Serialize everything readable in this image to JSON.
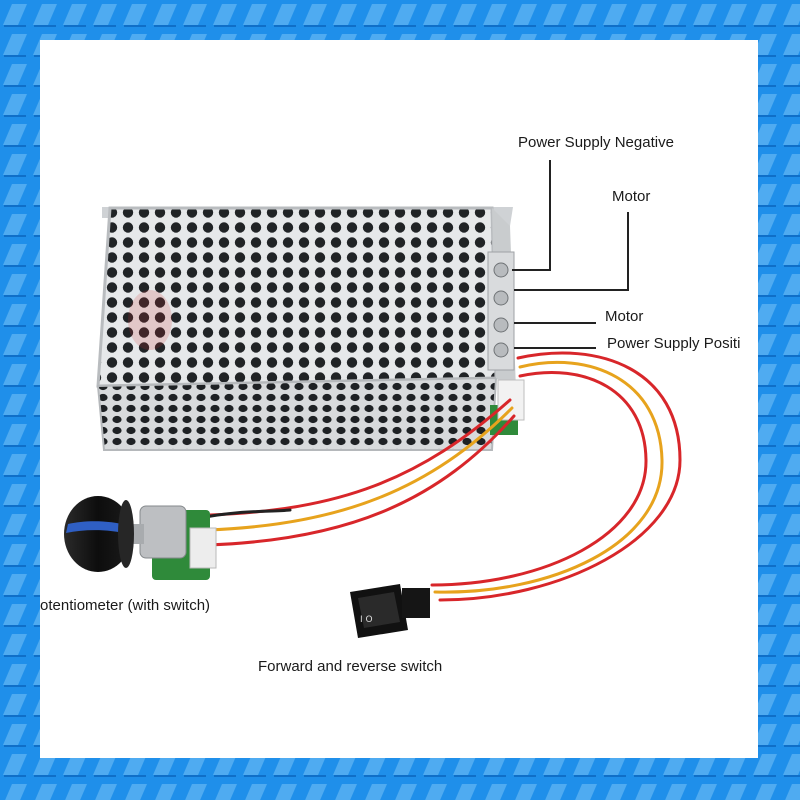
{
  "labels": {
    "power_supply_negative": "Power Supply Negative",
    "motor_1": "Motor",
    "motor_2": "Motor",
    "power_supply_positive": "Power Supply Positi",
    "potentiometer": "otentiometer (with switch)",
    "switch": "Forward and reverse switch"
  },
  "colors": {
    "frame": "#1f8fea",
    "frame_tile": "#59b0f2",
    "panel": "#ffffff",
    "enclosure": "#e4e6e8",
    "wire_red": "#d8262a",
    "wire_yellow": "#e7a31d",
    "wire_black": "#222222",
    "knob": "#111111",
    "knob_stripe": "#2f5fc4",
    "pcb": "#2f8a3a"
  }
}
